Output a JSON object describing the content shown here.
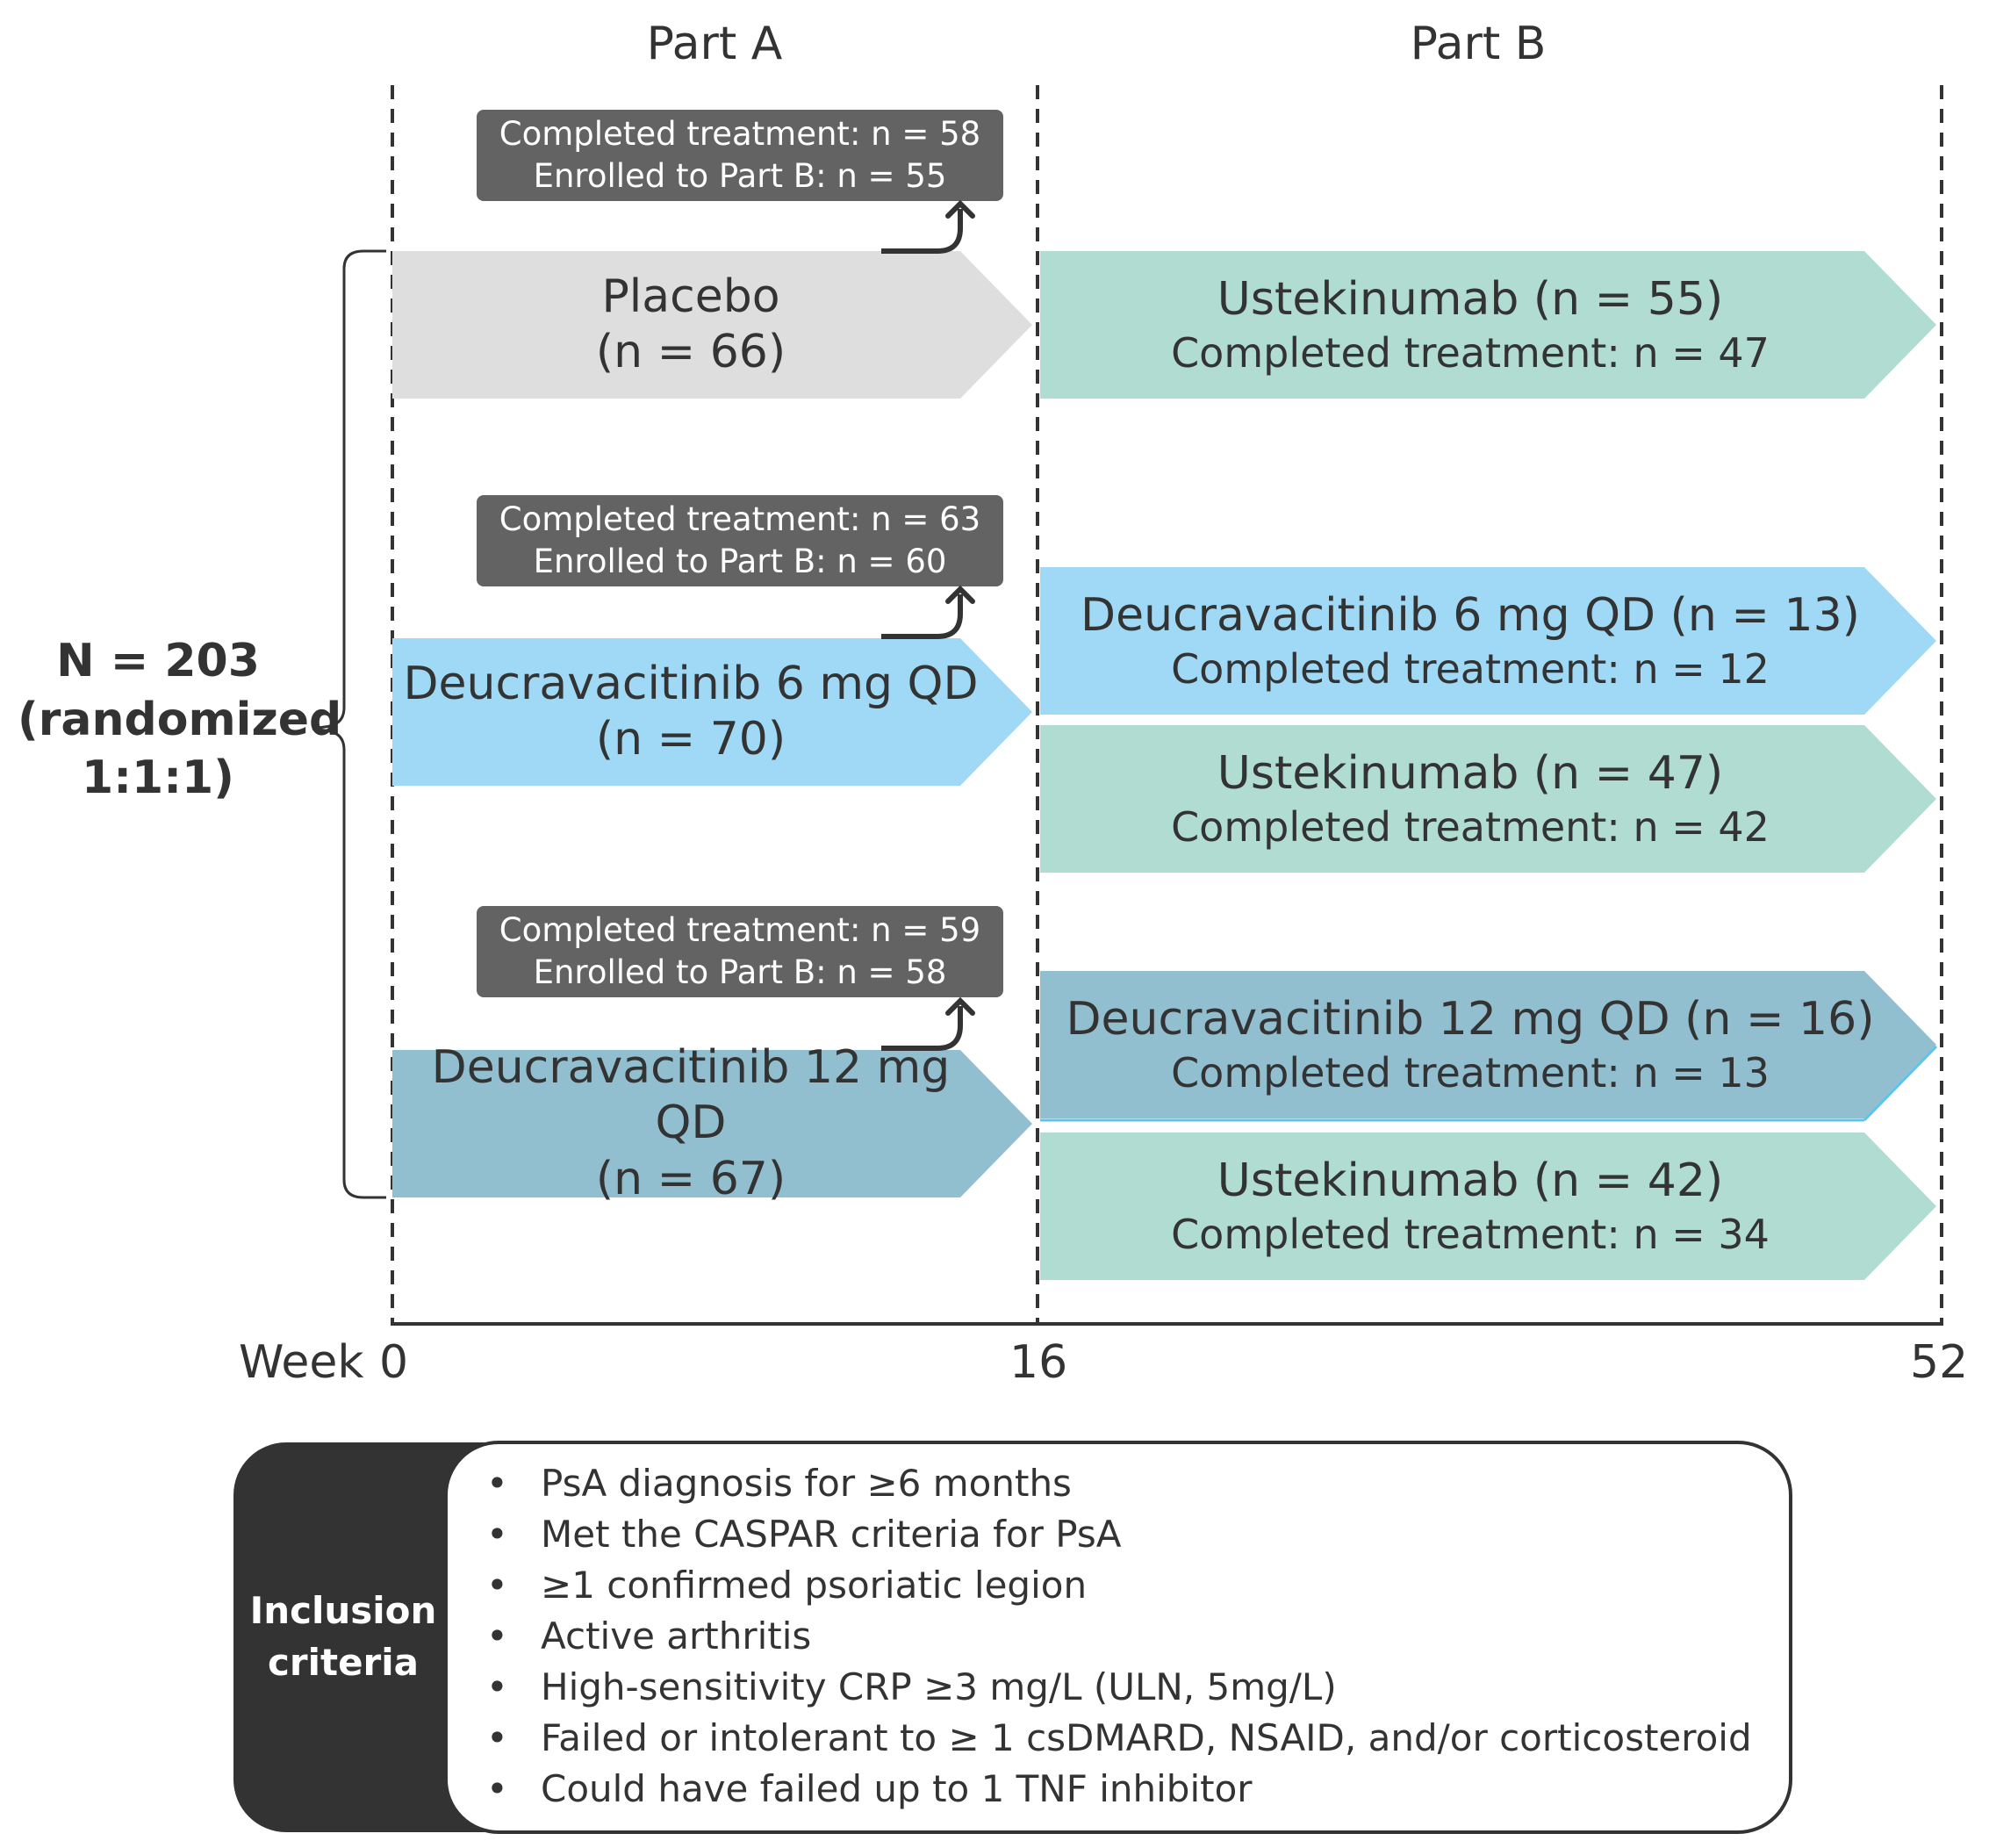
{
  "header": {
    "part_a": "Part A",
    "part_b": "Part B"
  },
  "axis": {
    "week_label": "Week",
    "ticks": [
      "0",
      "16",
      "52"
    ]
  },
  "randomization": {
    "line1": "N = 203",
    "line2": "(randomized",
    "line3": "1:1:1)"
  },
  "part_a": {
    "placebo": {
      "line1": "Placebo",
      "line2": "(n = 66)",
      "color": "#dedede"
    },
    "deu6": {
      "line1": "Deucravacitinib 6 mg QD",
      "line2": "(n = 70)",
      "color": "#a0d9f5"
    },
    "deu12": {
      "line1": "Deucravacitinib 12 mg QD",
      "line2": "(n = 67)",
      "color": "#91bfcf"
    }
  },
  "completion_boxes": {
    "placebo": {
      "line1": "Completed treatment: n = 58",
      "line2": "Enrolled to Part B: n = 55"
    },
    "deu6": {
      "line1": "Completed treatment: n = 63",
      "line2": "Enrolled to Part B: n = 60"
    },
    "deu12": {
      "line1": "Completed treatment: n = 59",
      "line2": "Enrolled to Part B: n = 58"
    },
    "color": "#636363"
  },
  "part_b": {
    "ust_from_placebo": {
      "line1": "Ustekinumab (n = 55)",
      "line2": "Completed treatment: n = 47",
      "color": "#b0dcd1"
    },
    "deu6_cont": {
      "line1": "Deucravacitinib 6 mg QD (n = 13)",
      "line2": "Completed treatment: n = 12",
      "color": "#a0d9f5"
    },
    "ust_from_deu6": {
      "line1": "Ustekinumab (n = 47)",
      "line2": "Completed treatment: n = 42",
      "color": "#b0dcd1"
    },
    "deu12_cont": {
      "line1": "Deucravacitinib 12 mg QD (n = 16)",
      "line2": "Completed treatment: n = 13",
      "color": "#91bfcf"
    },
    "ust_from_deu12": {
      "line1": "Ustekinumab (n = 42)",
      "line2": "Completed treatment: n = 34",
      "color": "#b0dcd1"
    }
  },
  "inclusion": {
    "title_line1": "Inclusion",
    "title_line2": "criteria",
    "bullet": "•",
    "items": [
      "PsA diagnosis for ≥6 months",
      "Met the CASPAR criteria for PsA",
      "≥1 confirmed psoriatic legion",
      "Active arthritis",
      "High-sensitivity CRP ≥3 mg/L (ULN, 5mg/L)",
      "Failed or intolerant to ≥ 1 csDMARD, NSAID, and/or corticosteroid",
      "Could have failed up to 1 TNF inhibitor"
    ],
    "title_bg": "#333333"
  }
}
